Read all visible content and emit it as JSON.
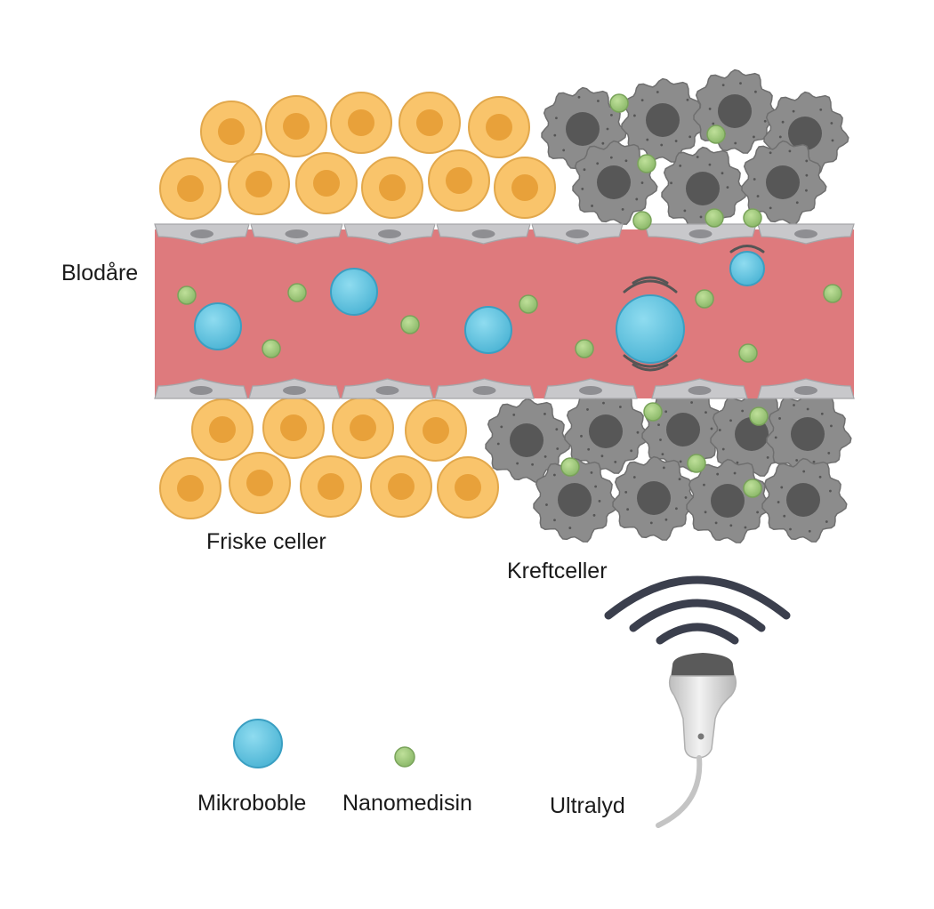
{
  "labels": {
    "vessel": "Blodåre",
    "healthy": "Friske celler",
    "cancer": "Kreftceller",
    "legend_microbubble": "Mikroboble",
    "legend_nanomedicine": "Nanomedisin",
    "legend_ultrasound": "Ultralyd"
  },
  "colors": {
    "healthy_cell": "#f9c46b",
    "healthy_nucleus": "#e8a13a",
    "cancer_cell": "#8c8c8c",
    "cancer_nucleus": "#575757",
    "vessel": "#de7a7d",
    "endothelium": "#c8c8cb",
    "microbubble": "#5fc4e0",
    "nanomedicine": "#9cc47a",
    "probe": "#d9d9d9",
    "waves": "#3b3f4d"
  },
  "icons": [
    "healthy-cell-icon",
    "cancer-cell-icon",
    "microbubble-icon",
    "nanoparticle-icon",
    "ultrasound-probe-icon",
    "ultrasound-waves-icon"
  ]
}
